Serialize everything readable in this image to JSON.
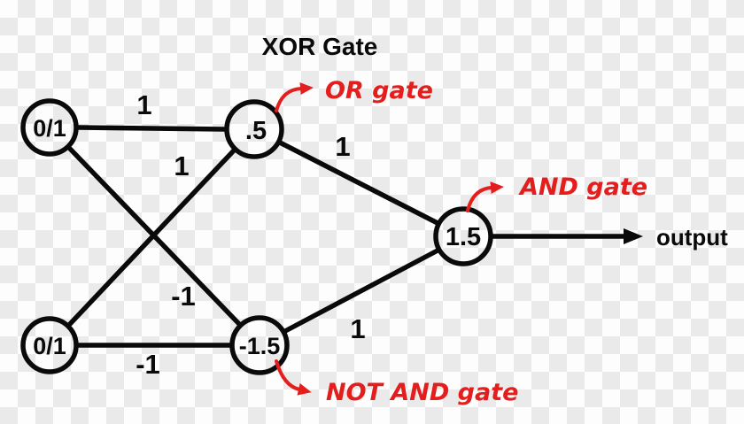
{
  "title": "XOR Gate",
  "nodes": {
    "input_top": "0/1",
    "input_bottom": "0/1",
    "hidden_or": ".5",
    "hidden_nand": "-1.5",
    "output_and": "1.5"
  },
  "weights": {
    "input_top_to_or": "1",
    "input_bottom_to_or": "1",
    "input_top_to_nand": "-1",
    "input_bottom_to_nand": "-1",
    "or_to_and": "1",
    "nand_to_and": "1"
  },
  "annotations": {
    "or": "OR gate",
    "and": "AND gate",
    "nand": "NOT AND gate"
  },
  "output_label": "output",
  "colors": {
    "ink": "#0a0a0a",
    "annotation_red": "#e41d1d",
    "checker_light": "#fdfdfd",
    "checker_dark": "#eaeaea"
  }
}
